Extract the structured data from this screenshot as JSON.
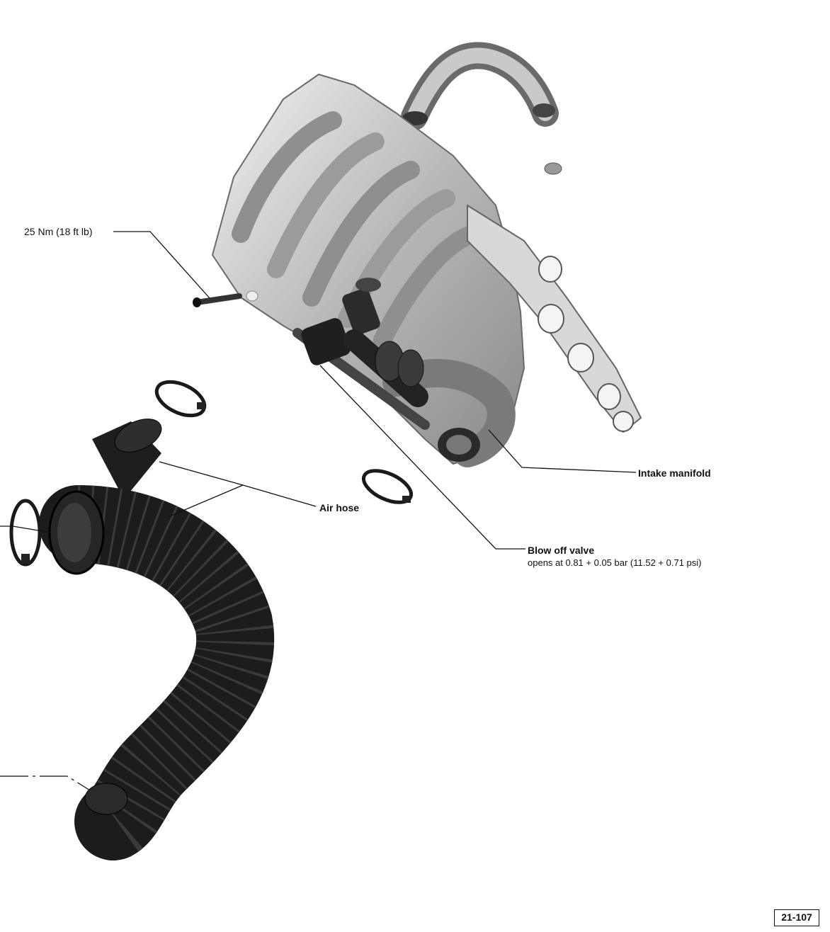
{
  "labels": {
    "torque": "25 Nm (18 ft lb)",
    "intake_manifold": "Intake manifold",
    "air_hose": "Air hose",
    "blow_off_valve": "Blow off valve",
    "blow_off_spec": "opens at 0.81 + 0.05 bar (11.52 + 0.71 psi)"
  },
  "page_number": "21-107",
  "colors": {
    "ink": "#111111",
    "metal_light": "#e2e2e2",
    "metal_mid": "#a8a8a8",
    "rubber": "#1e1e1e"
  }
}
